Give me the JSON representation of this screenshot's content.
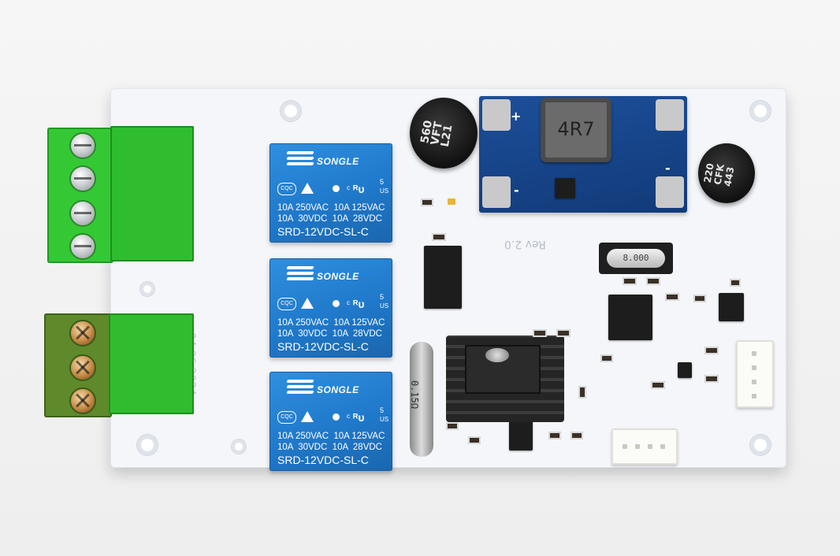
{
  "photo": {
    "relays": [
      {
        "brand": "SONGLE",
        "cert_c": "c",
        "ul": "ᴿᴜ",
        "num": "5",
        "us": "US",
        "spec1": "10A 250VAC  10A 125VAC",
        "spec2": "10A  30VDC  10A  28VDC",
        "model": "SRD-12VDC-SL-C"
      },
      {
        "brand": "SONGLE",
        "cert_c": "c",
        "ul": "ᴿᴜ",
        "num": "5",
        "us": "US",
        "spec1": "10A 250VAC  10A 125VAC",
        "spec2": "10A  30VDC  10A  28VDC",
        "model": "SRD-12VDC-SL-C"
      },
      {
        "brand": "SONGLE",
        "cert_c": "c",
        "ul": "ᴿᴜ",
        "num": "5",
        "us": "US",
        "spec1": "10A 250VAC  10A 125VAC",
        "spec2": "10A  30VDC  10A  28VDC",
        "model": "SRD-12VDC-SL-C"
      }
    ],
    "cqc": "CQC",
    "inductor_marking": "4R7",
    "cap_560": "560\nVFT\nL21",
    "cap_220": "220\nCFK\n443",
    "crystal_marking": "8.000",
    "resistor_marking": "0.15Ω",
    "silk_date": "04.06.2024",
    "silk_rev": "Rev 2.0",
    "buck_plus": "+",
    "buck_minus": "-",
    "colors": {
      "terminal_green": "#33c433",
      "terminal_dark_green": "#5e8a2b",
      "relay_blue": "#1f77c8",
      "buck_blue": "#1c4f9a",
      "pcb_white": "#f4f6fa"
    }
  }
}
